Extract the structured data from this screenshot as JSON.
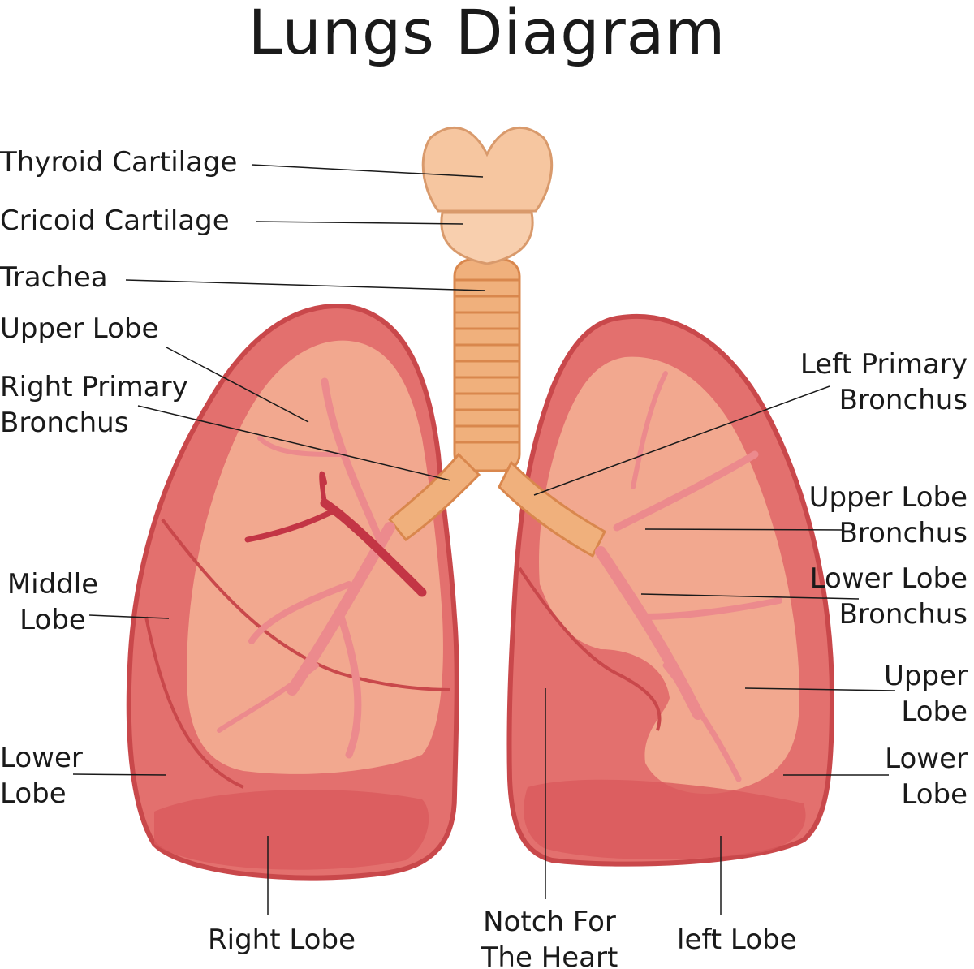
{
  "title": "Lungs Diagram",
  "colors": {
    "lung_outer": "#d9585a",
    "lung_fill": "#e98a87",
    "lung_inner": "#f4b49a",
    "bronchi": "#ec8a8d",
    "trachea": "#f0b07c",
    "trachea_dark": "#d9874d",
    "vessel": "#c33545",
    "leader_line": "#1a1a1a"
  },
  "labels": {
    "thyroid_cartilage": "Thyroid Cartilage",
    "cricoid_cartilage": "Cricoid Cartilage",
    "trachea": "Trachea",
    "upper_lobe_right": "Upper Lobe",
    "right_primary_bronchus": [
      "Right Primary",
      "Bronchus"
    ],
    "middle_lobe": [
      "Middle",
      "Lobe"
    ],
    "lower_lobe_right": [
      "Lower",
      "Lobe"
    ],
    "right_lobe": "Right Lobe",
    "left_primary_bronchus": [
      "Left Primary",
      "Bronchus"
    ],
    "upper_lobe_bronchus": [
      "Upper Lobe",
      "Bronchus"
    ],
    "lower_lobe_bronchus": [
      "Lower Lobe",
      "Bronchus"
    ],
    "upper_lobe_left": [
      "Upper",
      "Lobe"
    ],
    "lower_lobe_left": [
      "Lower",
      "Lobe"
    ],
    "notch_for_heart": [
      "Notch For",
      "The Heart"
    ],
    "left_lobe": "left Lobe"
  }
}
